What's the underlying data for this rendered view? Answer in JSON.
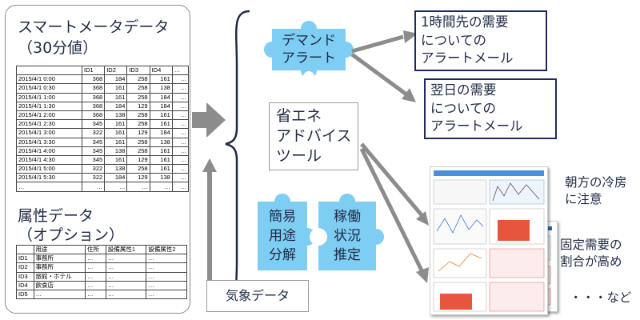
{
  "meter": {
    "title_line1": "スマートメータデータ",
    "title_line2": "（30分値）",
    "headers": [
      "",
      "ID1",
      "ID2",
      "ID3",
      "ID4",
      "…"
    ],
    "rows": [
      [
        "2015/4/1 0:00",
        "368",
        "184",
        "258",
        "161",
        "…"
      ],
      [
        "2015/4/1 0:30",
        "368",
        "161",
        "258",
        "138",
        "…"
      ],
      [
        "2015/4/1 1:00",
        "368",
        "161",
        "258",
        "184",
        "…"
      ],
      [
        "2015/4/1 1:30",
        "368",
        "184",
        "129",
        "184",
        "…"
      ],
      [
        "2015/4/1 2:00",
        "368",
        "138",
        "258",
        "161",
        "…"
      ],
      [
        "2015/4/1 2:30",
        "345",
        "161",
        "258",
        "161",
        "…"
      ],
      [
        "2015/4/1 3:00",
        "322",
        "161",
        "129",
        "184",
        "…"
      ],
      [
        "2015/4/1 3:30",
        "345",
        "161",
        "258",
        "138",
        "…"
      ],
      [
        "2015/4/1 4:00",
        "345",
        "138",
        "258",
        "161",
        "…"
      ],
      [
        "2015/4/1 4:30",
        "345",
        "161",
        "129",
        "161",
        "…"
      ],
      [
        "2015/4/1 5:00",
        "322",
        "138",
        "258",
        "161",
        "…"
      ],
      [
        "2015/4/1 5:30",
        "322",
        "184",
        "129",
        "138",
        "…"
      ],
      [
        "…",
        "…",
        "…",
        "…",
        "…",
        "…"
      ]
    ]
  },
  "attributes": {
    "title_line1": "属性データ",
    "title_line2": "（オプション）",
    "headers": [
      "",
      "用途",
      "住所",
      "設備属性1",
      "設備属性2"
    ],
    "rows": [
      [
        "ID1",
        "事務所",
        "…",
        "…",
        "…"
      ],
      [
        "ID2",
        "事務所",
        "…",
        "…",
        "…"
      ],
      [
        "ID3",
        "旅館・ホテル",
        "…",
        "…",
        "…"
      ],
      [
        "ID4",
        "飲食店",
        "…",
        "…",
        "…"
      ],
      [
        "ID5",
        "…",
        "…",
        "…",
        "…"
      ]
    ]
  },
  "weather_label": "気象データ",
  "puzzle": {
    "demand_alert": "デマンド\nアラート",
    "simple_use": "簡易\n用途\n分解",
    "operation": "稼働\n状況\n推定"
  },
  "tool_label": "省エネ\nアドバイス\nツール",
  "alert1": "1時間先の需要\nについての\nアラートメール",
  "alert2": "翌日の需要\nについての\nアラートメール",
  "notes": {
    "n1": "朝方の冷房\nに注意",
    "n2": "固定需要の\n割合が高め",
    "n3": "・・・など"
  },
  "colors": {
    "puzzle": "#7ecdf3",
    "arrow": "#8c8c8c",
    "box_border": "#1f2a5a"
  }
}
